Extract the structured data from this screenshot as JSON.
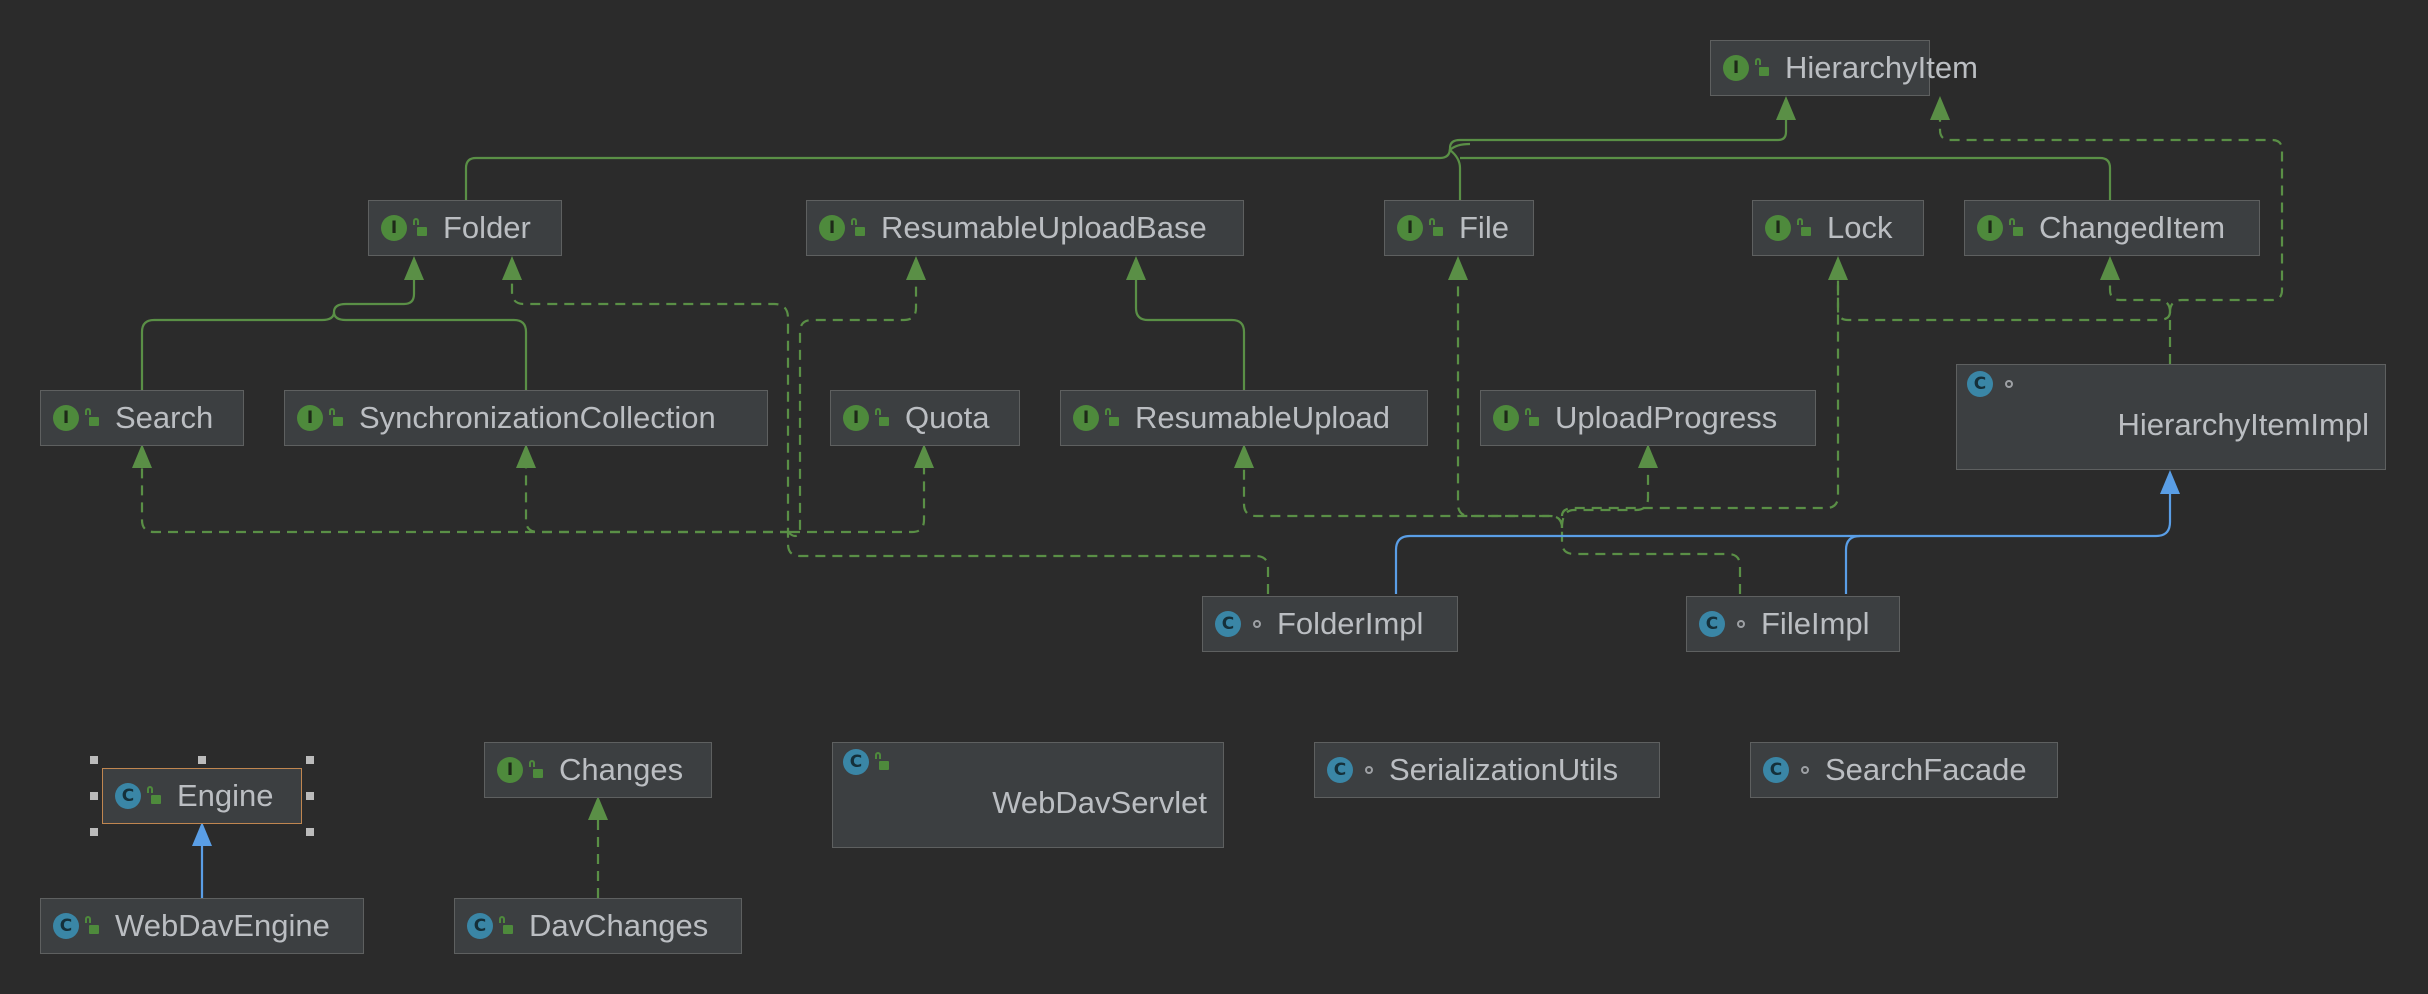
{
  "nodes": {
    "HierarchyItem": {
      "label": "HierarchyItem",
      "kind": "I"
    },
    "Folder": {
      "label": "Folder",
      "kind": "I"
    },
    "ResumableUploadBase": {
      "label": "ResumableUploadBase",
      "kind": "I"
    },
    "File": {
      "label": "File",
      "kind": "I"
    },
    "Lock": {
      "label": "Lock",
      "kind": "I"
    },
    "ChangedItem": {
      "label": "ChangedItem",
      "kind": "I"
    },
    "Search": {
      "label": "Search",
      "kind": "I"
    },
    "SynchronizationCollection": {
      "label": "SynchronizationCollection",
      "kind": "I"
    },
    "Quota": {
      "label": "Quota",
      "kind": "I"
    },
    "ResumableUpload": {
      "label": "ResumableUpload",
      "kind": "I"
    },
    "UploadProgress": {
      "label": "UploadProgress",
      "kind": "I"
    },
    "HierarchyItemImpl": {
      "label": "HierarchyItemImpl",
      "kind": "C"
    },
    "FolderImpl": {
      "label": "FolderImpl",
      "kind": "C"
    },
    "FileImpl": {
      "label": "FileImpl",
      "kind": "C"
    },
    "Engine": {
      "label": "Engine",
      "kind": "C"
    },
    "Changes": {
      "label": "Changes",
      "kind": "I"
    },
    "WebDavServlet": {
      "label": "WebDavServlet",
      "kind": "C"
    },
    "SerializationUtils": {
      "label": "SerializationUtils",
      "kind": "C"
    },
    "SearchFacade": {
      "label": "SearchFacade",
      "kind": "C"
    },
    "WebDavEngine": {
      "label": "WebDavEngine",
      "kind": "C"
    },
    "DavChanges": {
      "label": "DavChanges",
      "kind": "C"
    }
  },
  "colors": {
    "background": "#2b2b2b",
    "node_fill": "#3c3f41",
    "node_border": "#5e6060",
    "text": "#bbbec2",
    "interface_badge": "#4e8a3c",
    "class_badge": "#3a86a6",
    "extends_edge": "#5a8f46",
    "implements_edge": "#5a8f46",
    "class_extends_edge": "#5a9ee6",
    "selection_border": "#c08650"
  },
  "edges": [
    {
      "from": "Folder",
      "to": "HierarchyItem",
      "type": "extends"
    },
    {
      "from": "File",
      "to": "HierarchyItem",
      "type": "extends"
    },
    {
      "from": "ChangedItem",
      "to": "HierarchyItem",
      "type": "extends"
    },
    {
      "from": "Search",
      "to": "Folder",
      "type": "extends"
    },
    {
      "from": "SynchronizationCollection",
      "to": "Folder",
      "type": "extends"
    },
    {
      "from": "ResumableUpload",
      "to": "ResumableUploadBase",
      "type": "extends"
    },
    {
      "from": "HierarchyItemImpl",
      "to": "HierarchyItem",
      "type": "implements"
    },
    {
      "from": "HierarchyItemImpl",
      "to": "Lock",
      "type": "implements"
    },
    {
      "from": "HierarchyItemImpl",
      "to": "ChangedItem",
      "type": "implements"
    },
    {
      "from": "FolderImpl",
      "to": "Folder",
      "type": "implements"
    },
    {
      "from": "FolderImpl",
      "to": "Search",
      "type": "implements"
    },
    {
      "from": "FolderImpl",
      "to": "SynchronizationCollection",
      "type": "implements"
    },
    {
      "from": "FolderImpl",
      "to": "Quota",
      "type": "implements"
    },
    {
      "from": "FolderImpl",
      "to": "ResumableUploadBase",
      "type": "implements"
    },
    {
      "from": "FolderImpl",
      "to": "HierarchyItemImpl",
      "type": "class-extends"
    },
    {
      "from": "FileImpl",
      "to": "File",
      "type": "implements"
    },
    {
      "from": "FileImpl",
      "to": "ResumableUpload",
      "type": "implements"
    },
    {
      "from": "FileImpl",
      "to": "UploadProgress",
      "type": "implements"
    },
    {
      "from": "FileImpl",
      "to": "HierarchyItemImpl",
      "type": "class-extends"
    },
    {
      "from": "WebDavEngine",
      "to": "Engine",
      "type": "class-extends"
    },
    {
      "from": "DavChanges",
      "to": "Changes",
      "type": "implements"
    }
  ]
}
